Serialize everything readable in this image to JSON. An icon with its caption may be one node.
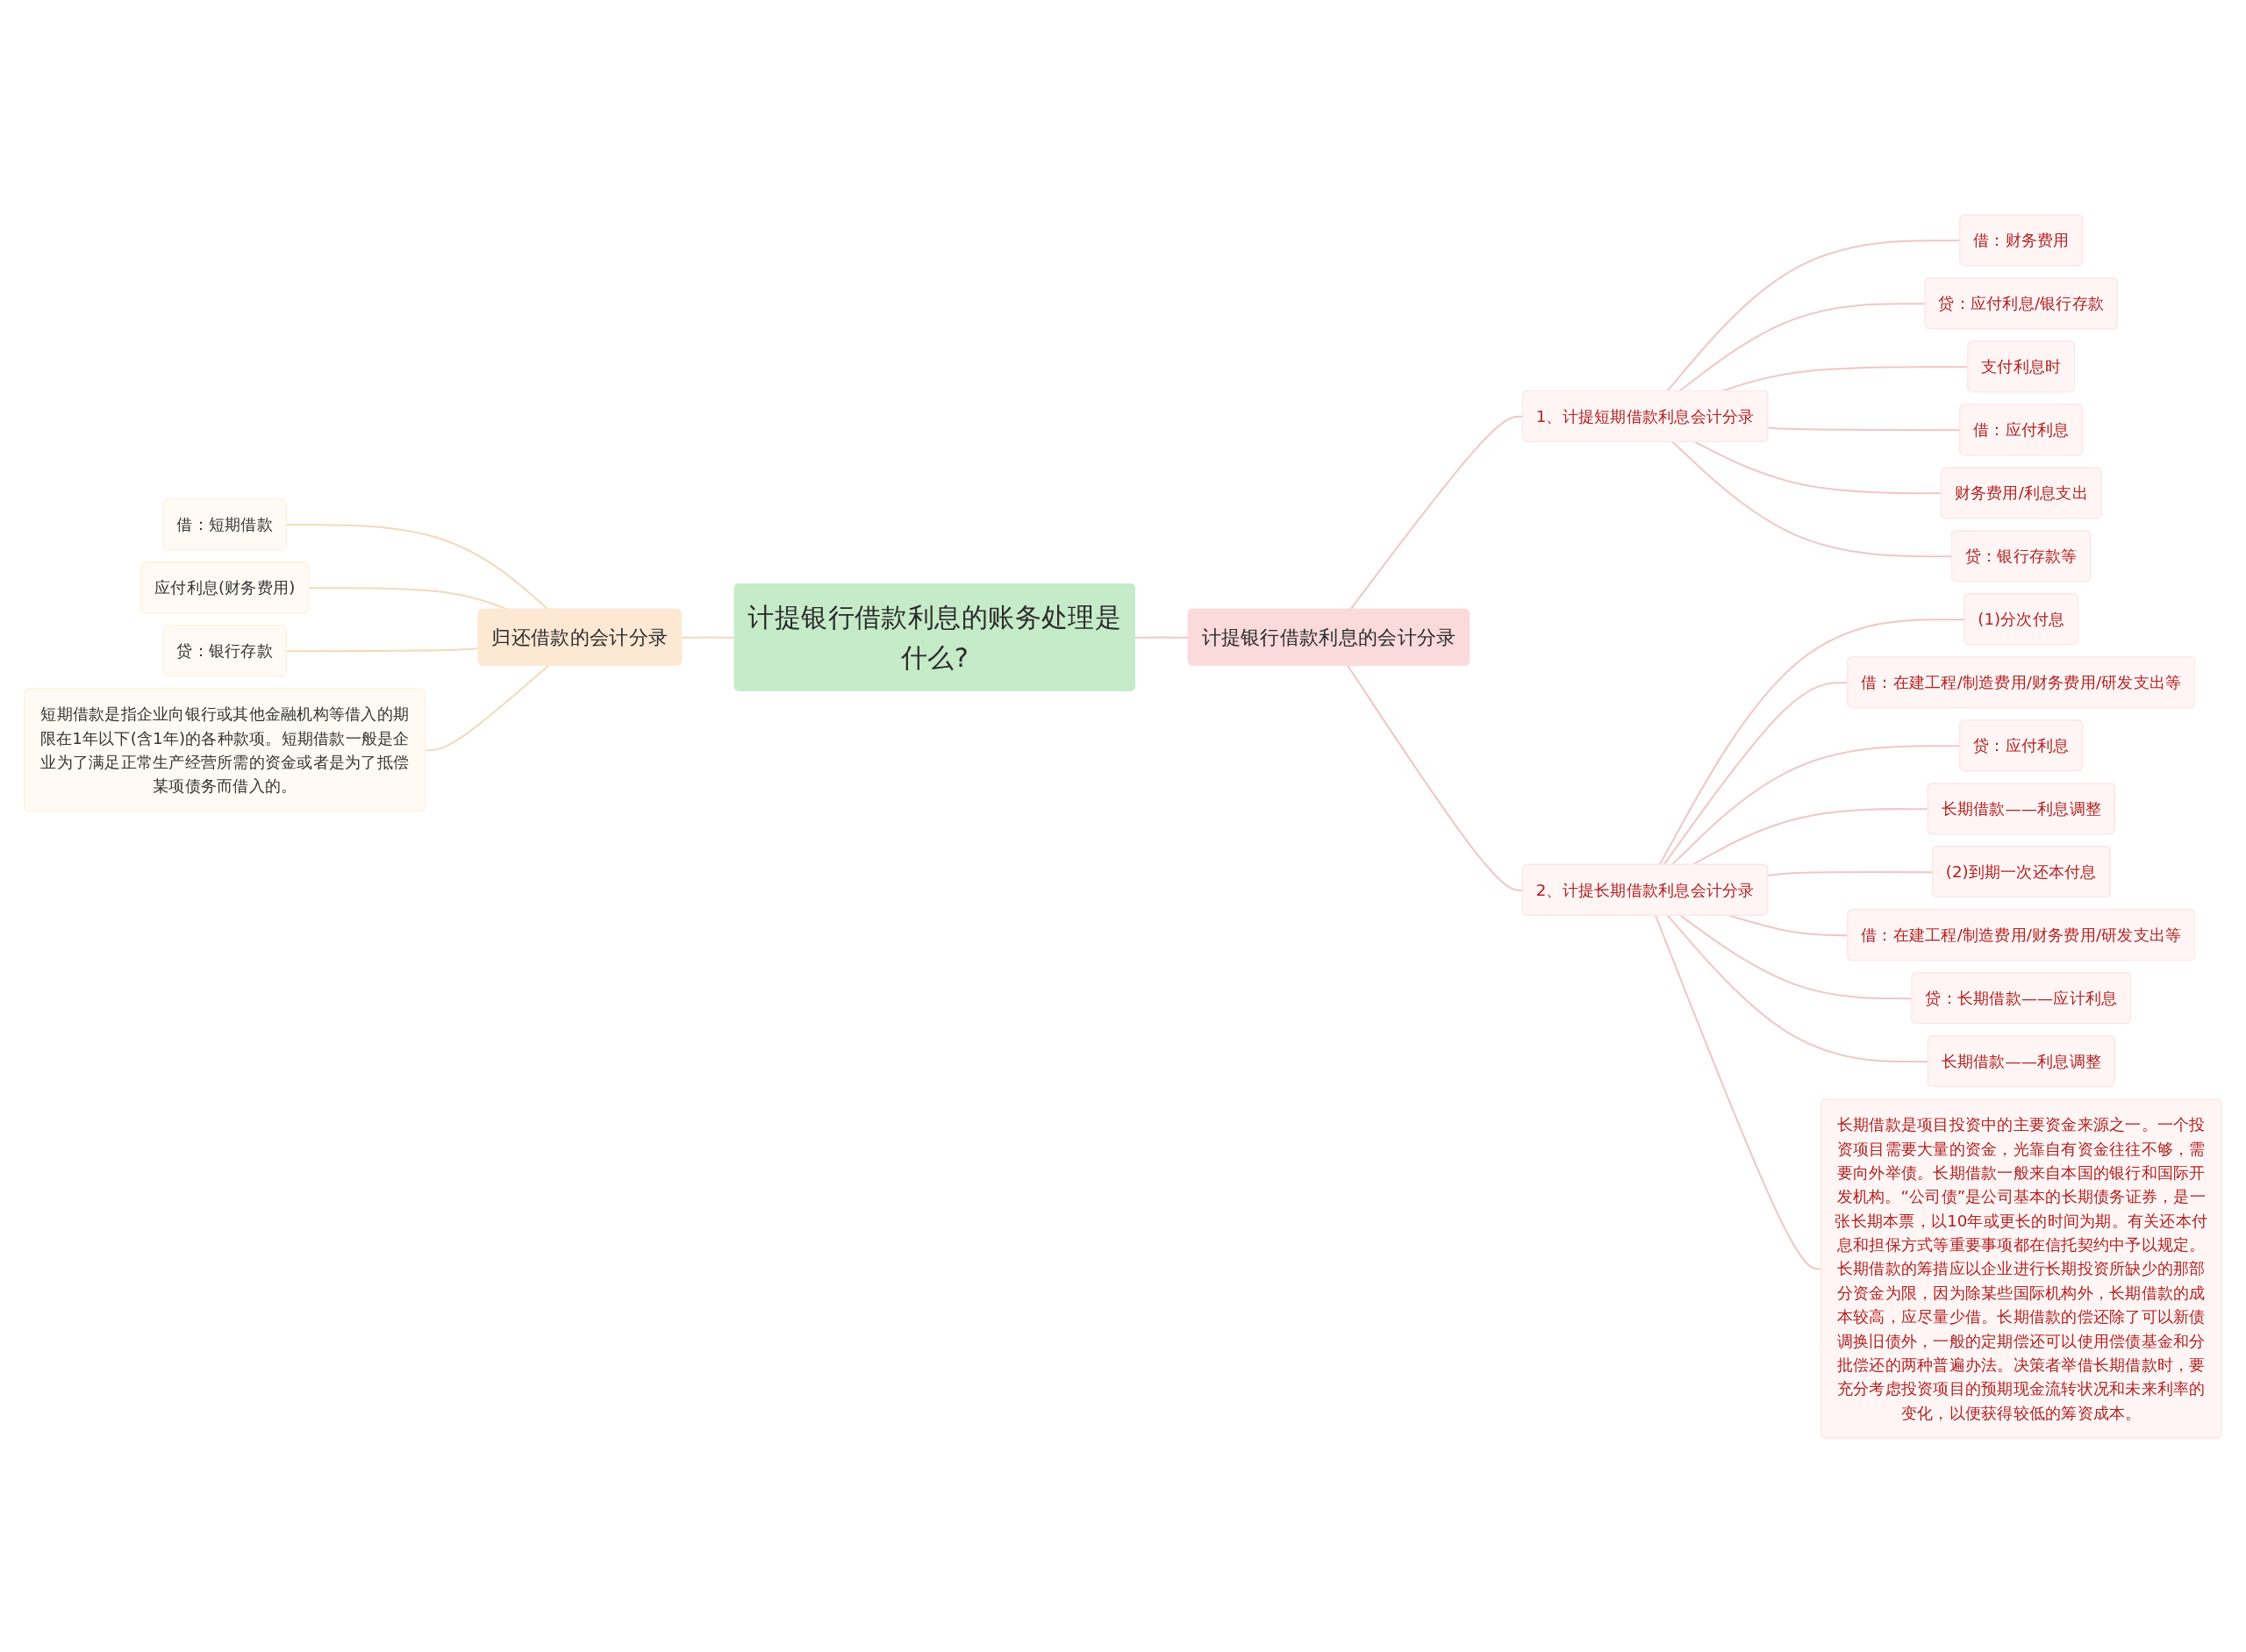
{
  "diagram": {
    "nodes": [
      {
        "text": [
          "计提银行借款利息的账务处理是什么?"
        ]
      },
      {
        "text": [
          "归还借款的会计分录"
        ]
      },
      {
        "text": [
          "借：短期借款"
        ]
      },
      {
        "text": [
          "应付利息(财务费用)"
        ]
      },
      {
        "text": [
          "贷：银行存款"
        ]
      },
      {
        "text": [
          "短期借款是指企业向银行或其他金融机构等借入的期限在1年以下(含1年)的各种款项。短期借款一般是企业为了满足正常生产经营所需的资金或者是为了抵偿某项债务而借入的。"
        ]
      },
      {
        "text": [
          "计提银行借款利息的会计分录"
        ]
      },
      {
        "text": [
          "1、计提短期借款利息会计分录"
        ]
      },
      {
        "text": [
          "借：财务费用"
        ]
      },
      {
        "text": [
          "贷：应付利息/银行存款"
        ]
      },
      {
        "text": [
          "支付利息时"
        ]
      },
      {
        "text": [
          "借：应付利息"
        ]
      },
      {
        "text": [
          "财务费用/利息支出"
        ]
      },
      {
        "text": [
          "贷：银行存款等"
        ]
      },
      {
        "text": [
          "2、计提长期借款利息会计分录"
        ]
      },
      {
        "text": [
          "(1)分次付息"
        ]
      },
      {
        "text": [
          "借：在建工程/制造费用/财务费用/研发支出等"
        ]
      },
      {
        "text": [
          "贷：应付利息"
        ]
      },
      {
        "text": [
          "长期借款——利息调整"
        ]
      },
      {
        "text": [
          "(2)到期一次还本付息"
        ]
      },
      {
        "text": [
          "借：在建工程/制造费用/财务费用/研发支出等"
        ]
      },
      {
        "text": [
          "贷：长期借款——应计利息"
        ]
      },
      {
        "text": [
          "长期借款——利息调整"
        ]
      },
      {
        "text": [
          "长期借款是项目投资中的主要资金来源之一。一个投资项目需要大量的资金，光靠自有资金往往不够，需要向外举债。长期借款一般来自本国的银行和国际开发机构。“公司债”是公司基本的长期债务证券，是一张长期本票，以10年或更长的时间为期。有关还本付息和担保方式等重要事项都在信托契约中予以规定。长期借款的筹措应以企业进行长期投资所缺少的那部分资金为限，因为除某些国际机构外，长期借款的成本较高，应尽量少借。长期借款的偿还除了可以新债调换旧债外，一般的定期偿还可以使用偿债基金和分批偿还的两种普遍办法。决策者举借长期借款时，要充分考虑投资项目的预期现金流转状况和未来利率的变化，以便获得较低的筹资成本。"
        ]
      }
    ],
    "edges": [
      {
        "from": 0,
        "to": 1,
        "arrow": "none"
      },
      {
        "from": 1,
        "to": 2,
        "arrow": "none"
      },
      {
        "from": 1,
        "to": 3,
        "arrow": "none"
      },
      {
        "from": 1,
        "to": 4,
        "arrow": "none"
      },
      {
        "from": 1,
        "to": 5,
        "arrow": "none"
      },
      {
        "from": 0,
        "to": 6,
        "arrow": "none"
      },
      {
        "from": 6,
        "to": 7,
        "arrow": "none"
      },
      {
        "from": 7,
        "to": 8,
        "arrow": "none"
      },
      {
        "from": 7,
        "to": 9,
        "arrow": "none"
      },
      {
        "from": 7,
        "to": 10,
        "arrow": "none"
      },
      {
        "from": 7,
        "to": 11,
        "arrow": "none"
      },
      {
        "from": 7,
        "to": 12,
        "arrow": "none"
      },
      {
        "from": 7,
        "to": 13,
        "arrow": "none"
      },
      {
        "from": 6,
        "to": 14,
        "arrow": "none"
      },
      {
        "from": 14,
        "to": 15,
        "arrow": "none"
      },
      {
        "from": 14,
        "to": 16,
        "arrow": "none"
      },
      {
        "from": 14,
        "to": 17,
        "arrow": "none"
      },
      {
        "from": 14,
        "to": 18,
        "arrow": "none"
      },
      {
        "from": 14,
        "to": 19,
        "arrow": "none"
      },
      {
        "from": 14,
        "to": 20,
        "arrow": "none"
      },
      {
        "from": 14,
        "to": 21,
        "arrow": "none"
      },
      {
        "from": 14,
        "to": 22,
        "arrow": "none"
      },
      {
        "from": 14,
        "to": 23,
        "arrow": "none"
      }
    ]
  }
}
